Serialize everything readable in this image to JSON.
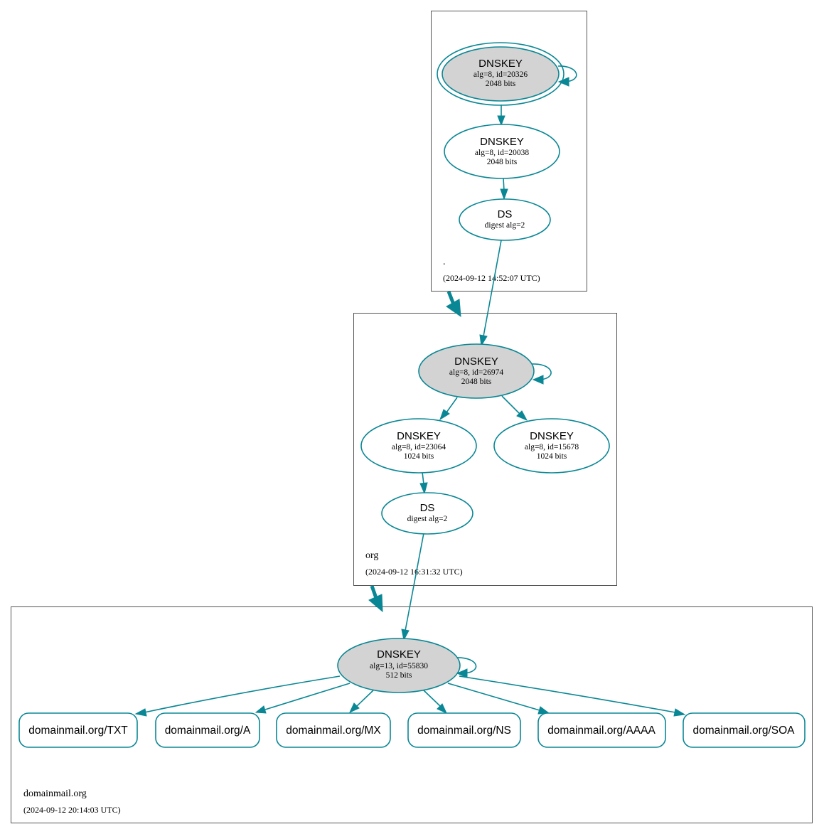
{
  "zones": [
    {
      "name": ".",
      "timestamp": "(2024-09-12 14:52:07 UTC)"
    },
    {
      "name": "org",
      "timestamp": "(2024-09-12 16:31:32 UTC)"
    },
    {
      "name": "domainmail.org",
      "timestamp": "(2024-09-12 20:14:03 UTC)"
    }
  ],
  "nodes": {
    "root_ksk": {
      "title": "DNSKEY",
      "line1": "alg=8, id=20326",
      "line2": "2048 bits"
    },
    "root_zsk": {
      "title": "DNSKEY",
      "line1": "alg=8, id=20038",
      "line2": "2048 bits"
    },
    "root_ds": {
      "title": "DS",
      "line1": "digest alg=2"
    },
    "org_ksk": {
      "title": "DNSKEY",
      "line1": "alg=8, id=26974",
      "line2": "2048 bits"
    },
    "org_zsk1": {
      "title": "DNSKEY",
      "line1": "alg=8, id=23064",
      "line2": "1024 bits"
    },
    "org_zsk2": {
      "title": "DNSKEY",
      "line1": "alg=8, id=15678",
      "line2": "1024 bits"
    },
    "org_ds": {
      "title": "DS",
      "line1": "digest alg=2"
    },
    "dm_key": {
      "title": "DNSKEY",
      "line1": "alg=13, id=55830",
      "line2": "512 bits"
    }
  },
  "rrsets": [
    "domainmail.org/TXT",
    "domainmail.org/A",
    "domainmail.org/MX",
    "domainmail.org/NS",
    "domainmail.org/AAAA",
    "domainmail.org/SOA"
  ],
  "colors": {
    "edge": "#0a8795",
    "sep_fill": "#d3d3d3",
    "zone_border": "#555555"
  }
}
